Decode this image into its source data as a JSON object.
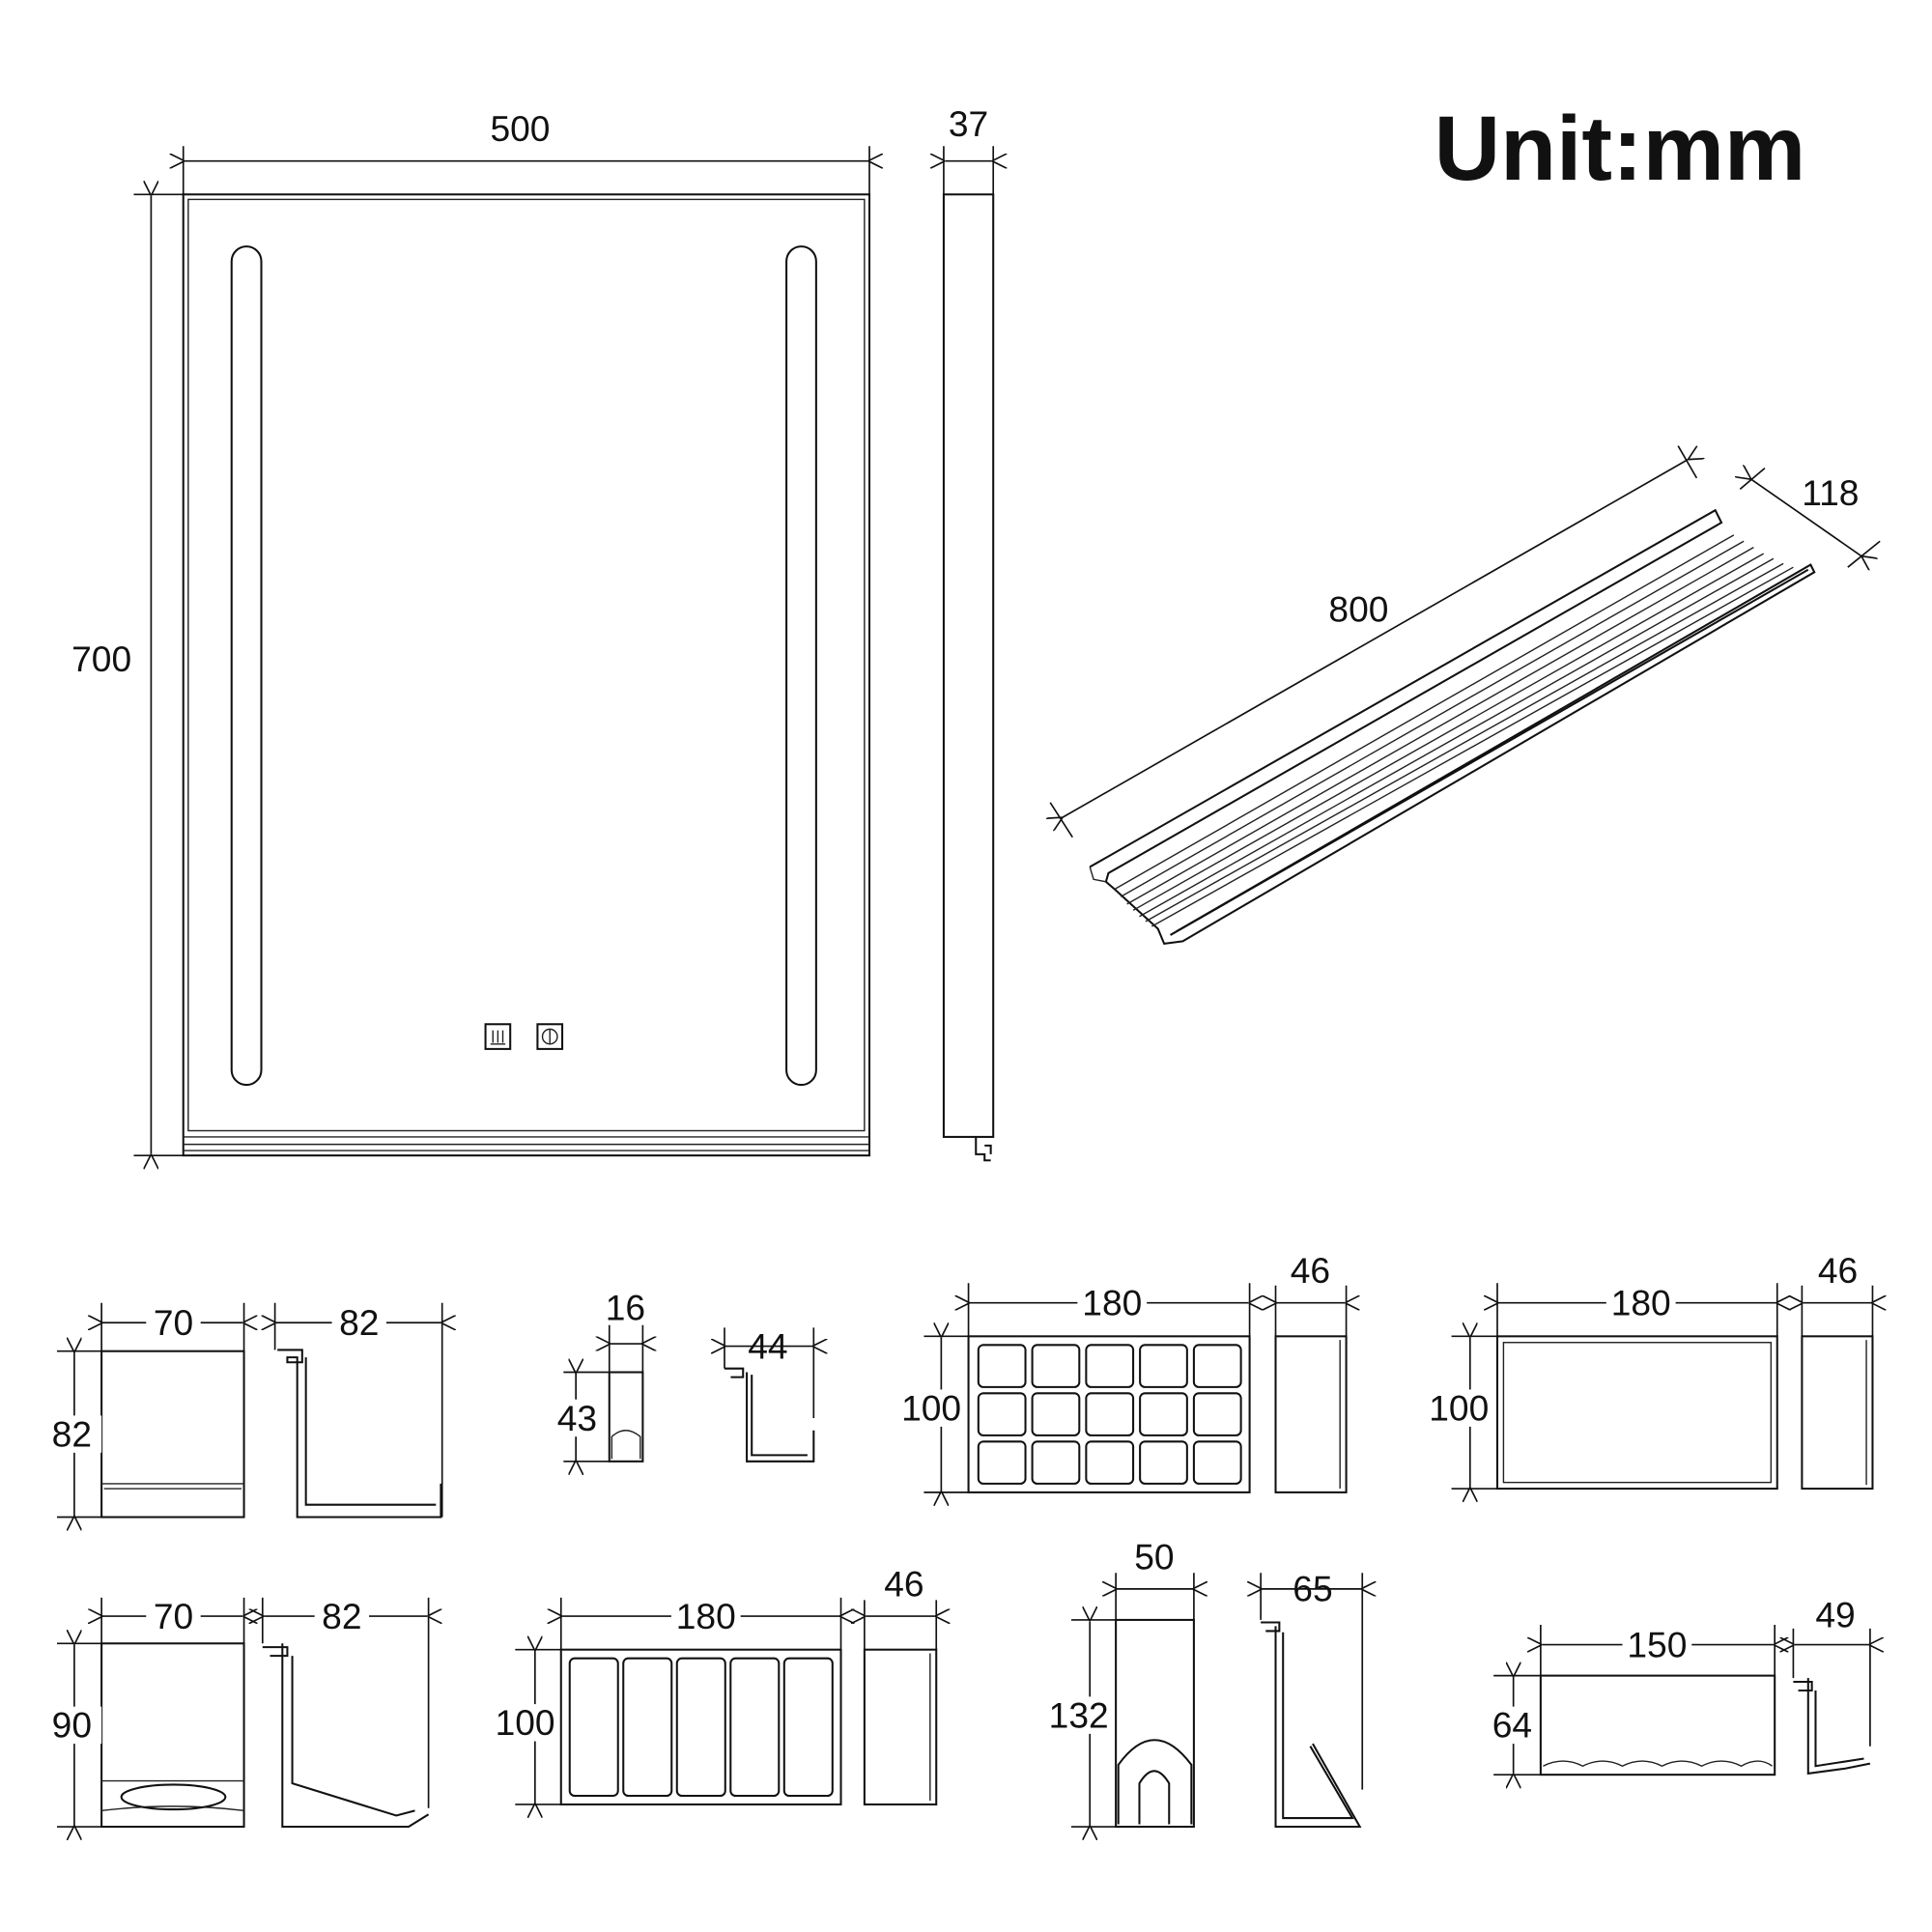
{
  "title": "Unit:mm",
  "mirror": {
    "width": "500",
    "height": "700",
    "depth": "37"
  },
  "shelf": {
    "length": "800",
    "depth": "118"
  },
  "accessories": {
    "cup_holder_a": {
      "width": "70",
      "height": "82",
      "depth": "82"
    },
    "hook": {
      "width": "16",
      "height": "43",
      "depth": "44"
    },
    "grid_box": {
      "width": "180",
      "height": "100",
      "depth": "46"
    },
    "open_box": {
      "width": "180",
      "height": "100",
      "depth": "46"
    },
    "cup_holder_b": {
      "width": "70",
      "height": "90",
      "depth": "82"
    },
    "slot_box": {
      "width": "180",
      "height": "100",
      "depth": "46"
    },
    "hair_dryer_holder": {
      "width": "50",
      "height": "132",
      "depth": "65"
    },
    "toothbrush_holder": {
      "width": "150",
      "height": "64",
      "depth": "49"
    }
  }
}
